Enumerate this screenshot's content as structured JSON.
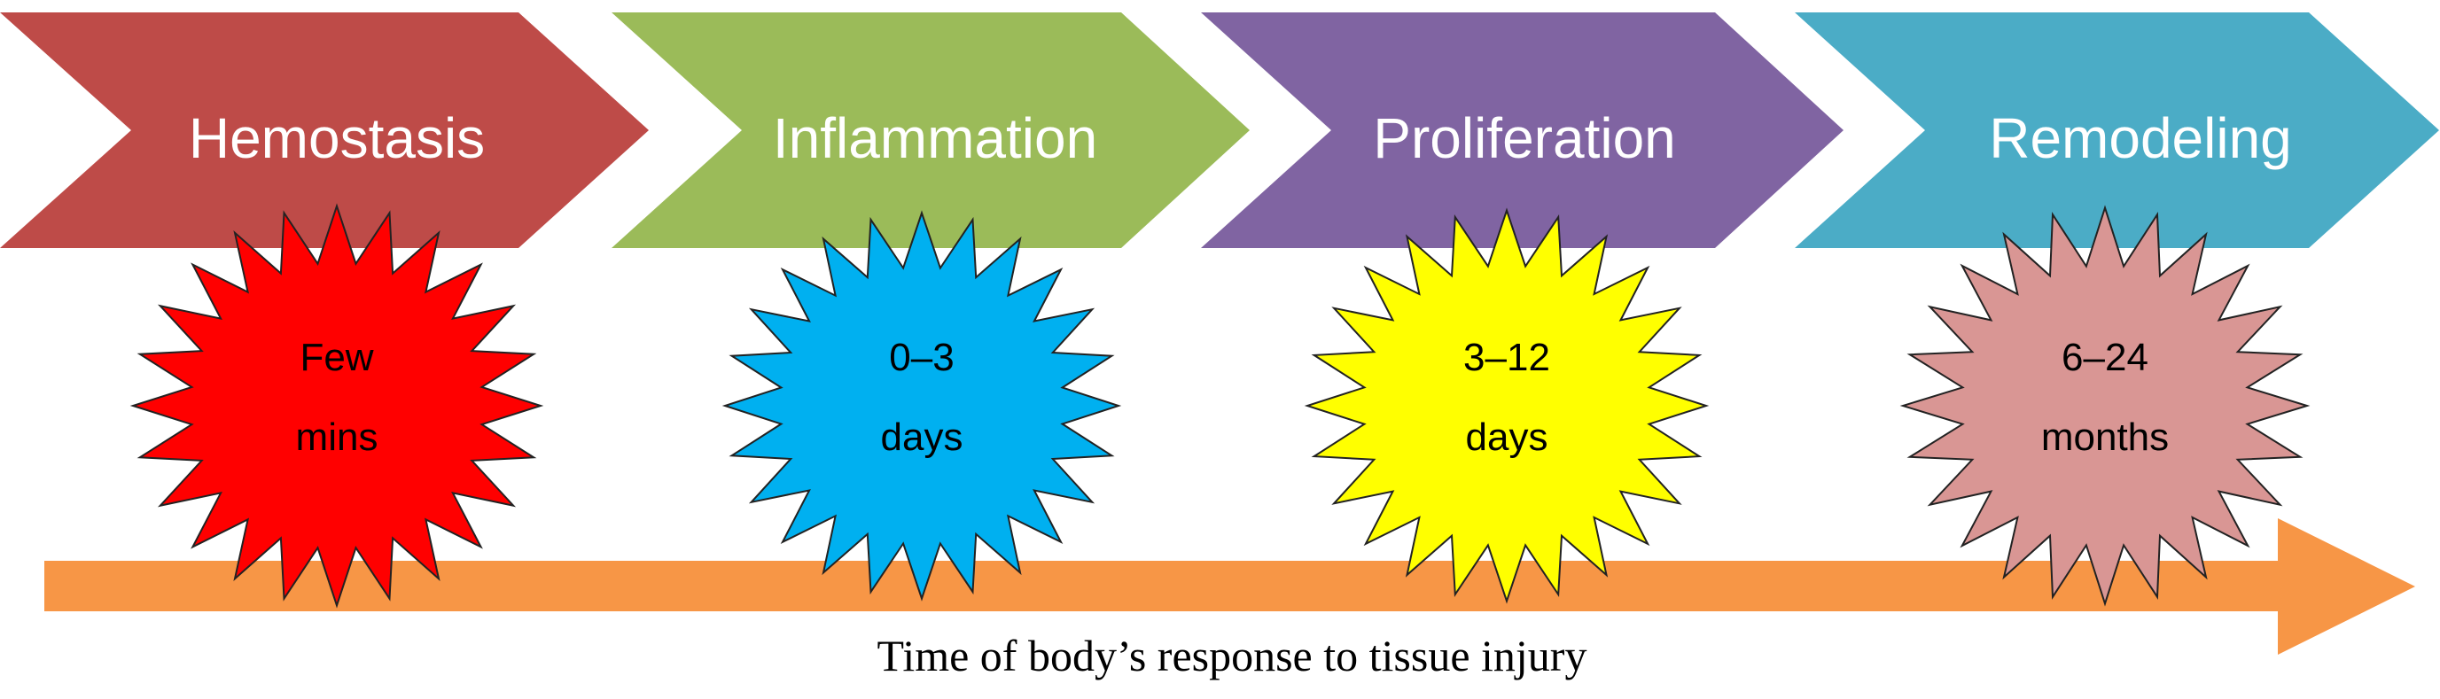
{
  "stages": [
    {
      "label": "Hemostasis",
      "color": "#BE4B48",
      "duration_lines": [
        "Few",
        "mins"
      ],
      "burst_color": "#FF0000"
    },
    {
      "label": "Inflammation",
      "color": "#9BBB59",
      "duration_lines": [
        "0–3",
        "days"
      ],
      "burst_color": "#00B0F0"
    },
    {
      "label": "Proliferation",
      "color": "#8064A2",
      "duration_lines": [
        "3–12",
        "days"
      ],
      "burst_color": "#FFFF00"
    },
    {
      "label": "Remodeling",
      "color": "#4BACC6",
      "duration_lines": [
        "6–24",
        "months"
      ],
      "burst_color": "#D99694"
    }
  ],
  "timeline": {
    "caption": "Time of body’s response to tissue injury",
    "color": "#F79646"
  }
}
